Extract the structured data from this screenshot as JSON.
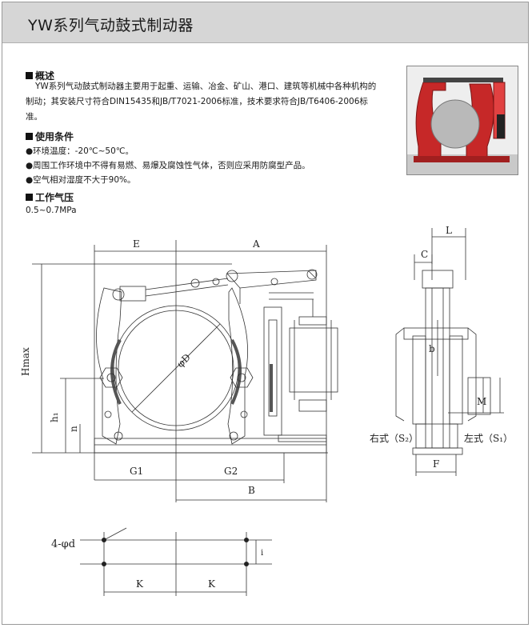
{
  "title": "YW系列气动鼓式制动器",
  "overview": {
    "heading": "概述",
    "line1": "YW系列气动鼓式制动器主要用于起重、运输、冶金、矿山、港口、建筑等机械中各种机构的",
    "line2": "制动；其安装尺寸符合DIN15435和JB/T7021-2006标准，技术要求符合JB/T6406-2006标",
    "line3": "准。"
  },
  "conditions": {
    "heading": "使用条件",
    "items": [
      "●环境温度：-20℃~50℃。",
      "●周围工作环境中不得有易燃、易爆及腐蚀性气体，否则应采用防腐型产品。",
      "●空气相对湿度不大于90%。"
    ]
  },
  "pressure": {
    "heading": "工作气压",
    "value": "0.5~0.7MPa"
  },
  "drawing": {
    "labels": {
      "E": "E",
      "A": "A",
      "Hmax": "Hmax",
      "h1": "h₁",
      "n": "n",
      "phiD": "φD",
      "G1": "G1",
      "G2": "G2",
      "B": "B",
      "L": "L",
      "C": "C",
      "b": "b",
      "M": "M",
      "F": "F",
      "right_type": "右式（S₂）",
      "left_type": "左式（S₁）",
      "holes": "4-φd",
      "K1": "K",
      "K2": "K",
      "i": "i"
    }
  },
  "photo": {
    "alt": "气动鼓式制动器产品照片"
  },
  "colors": {
    "title_bg": "#d6d6d6",
    "product_red": "#c62828",
    "line": "#333333"
  }
}
